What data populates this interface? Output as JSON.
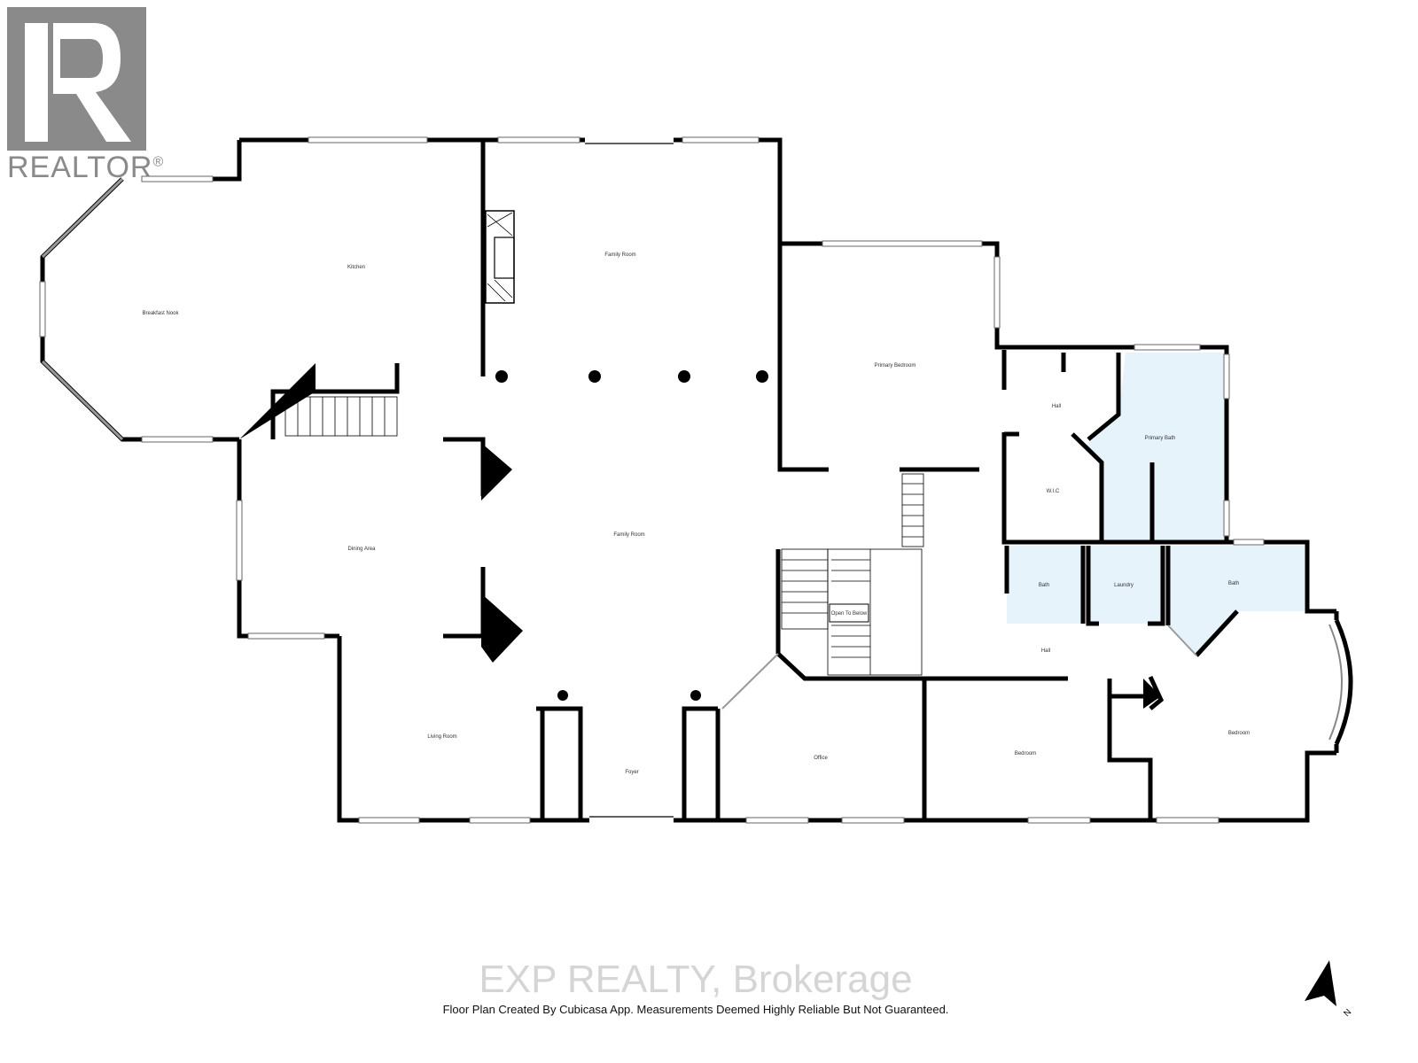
{
  "logo": {
    "text": "REALTOR",
    "mark": "®",
    "color": "#8a8a8a"
  },
  "rooms": [
    {
      "key": "breakfast",
      "label": "Breakfast Nook"
    },
    {
      "key": "kitchen",
      "label": "Kitchen"
    },
    {
      "key": "family_top",
      "label": "Family Room"
    },
    {
      "key": "family_main",
      "label": "Family Room"
    },
    {
      "key": "primary_bed",
      "label": "Primary Bedroom"
    },
    {
      "key": "hall_top",
      "label": "Hall"
    },
    {
      "key": "primary_bath",
      "label": "Primary Bath"
    },
    {
      "key": "wic",
      "label": "W.I.C"
    },
    {
      "key": "bath1",
      "label": "Bath"
    },
    {
      "key": "laundry",
      "label": "Laundry"
    },
    {
      "key": "bath2",
      "label": "Bath"
    },
    {
      "key": "dining",
      "label": "Dining Area"
    },
    {
      "key": "open_below",
      "label": "Open To Below"
    },
    {
      "key": "hall_mid",
      "label": "Hall"
    },
    {
      "key": "living",
      "label": "Living Room"
    },
    {
      "key": "foyer",
      "label": "Foyer"
    },
    {
      "key": "office",
      "label": "Office"
    },
    {
      "key": "bedroom1",
      "label": "Bedroom"
    },
    {
      "key": "bedroom2",
      "label": "Bedroom"
    }
  ],
  "watermark": {
    "brokerage": "EXP REALTY, Brokerage",
    "disclaimer": "Floor Plan Created By Cubicasa App. Measurements Deemed Highly Reliable But Not Guaranteed."
  },
  "compass": {
    "label": "N",
    "icon": "north-arrow-icon"
  },
  "colors": {
    "bath_fill": "#e6f3fb",
    "wall": "#000000"
  }
}
